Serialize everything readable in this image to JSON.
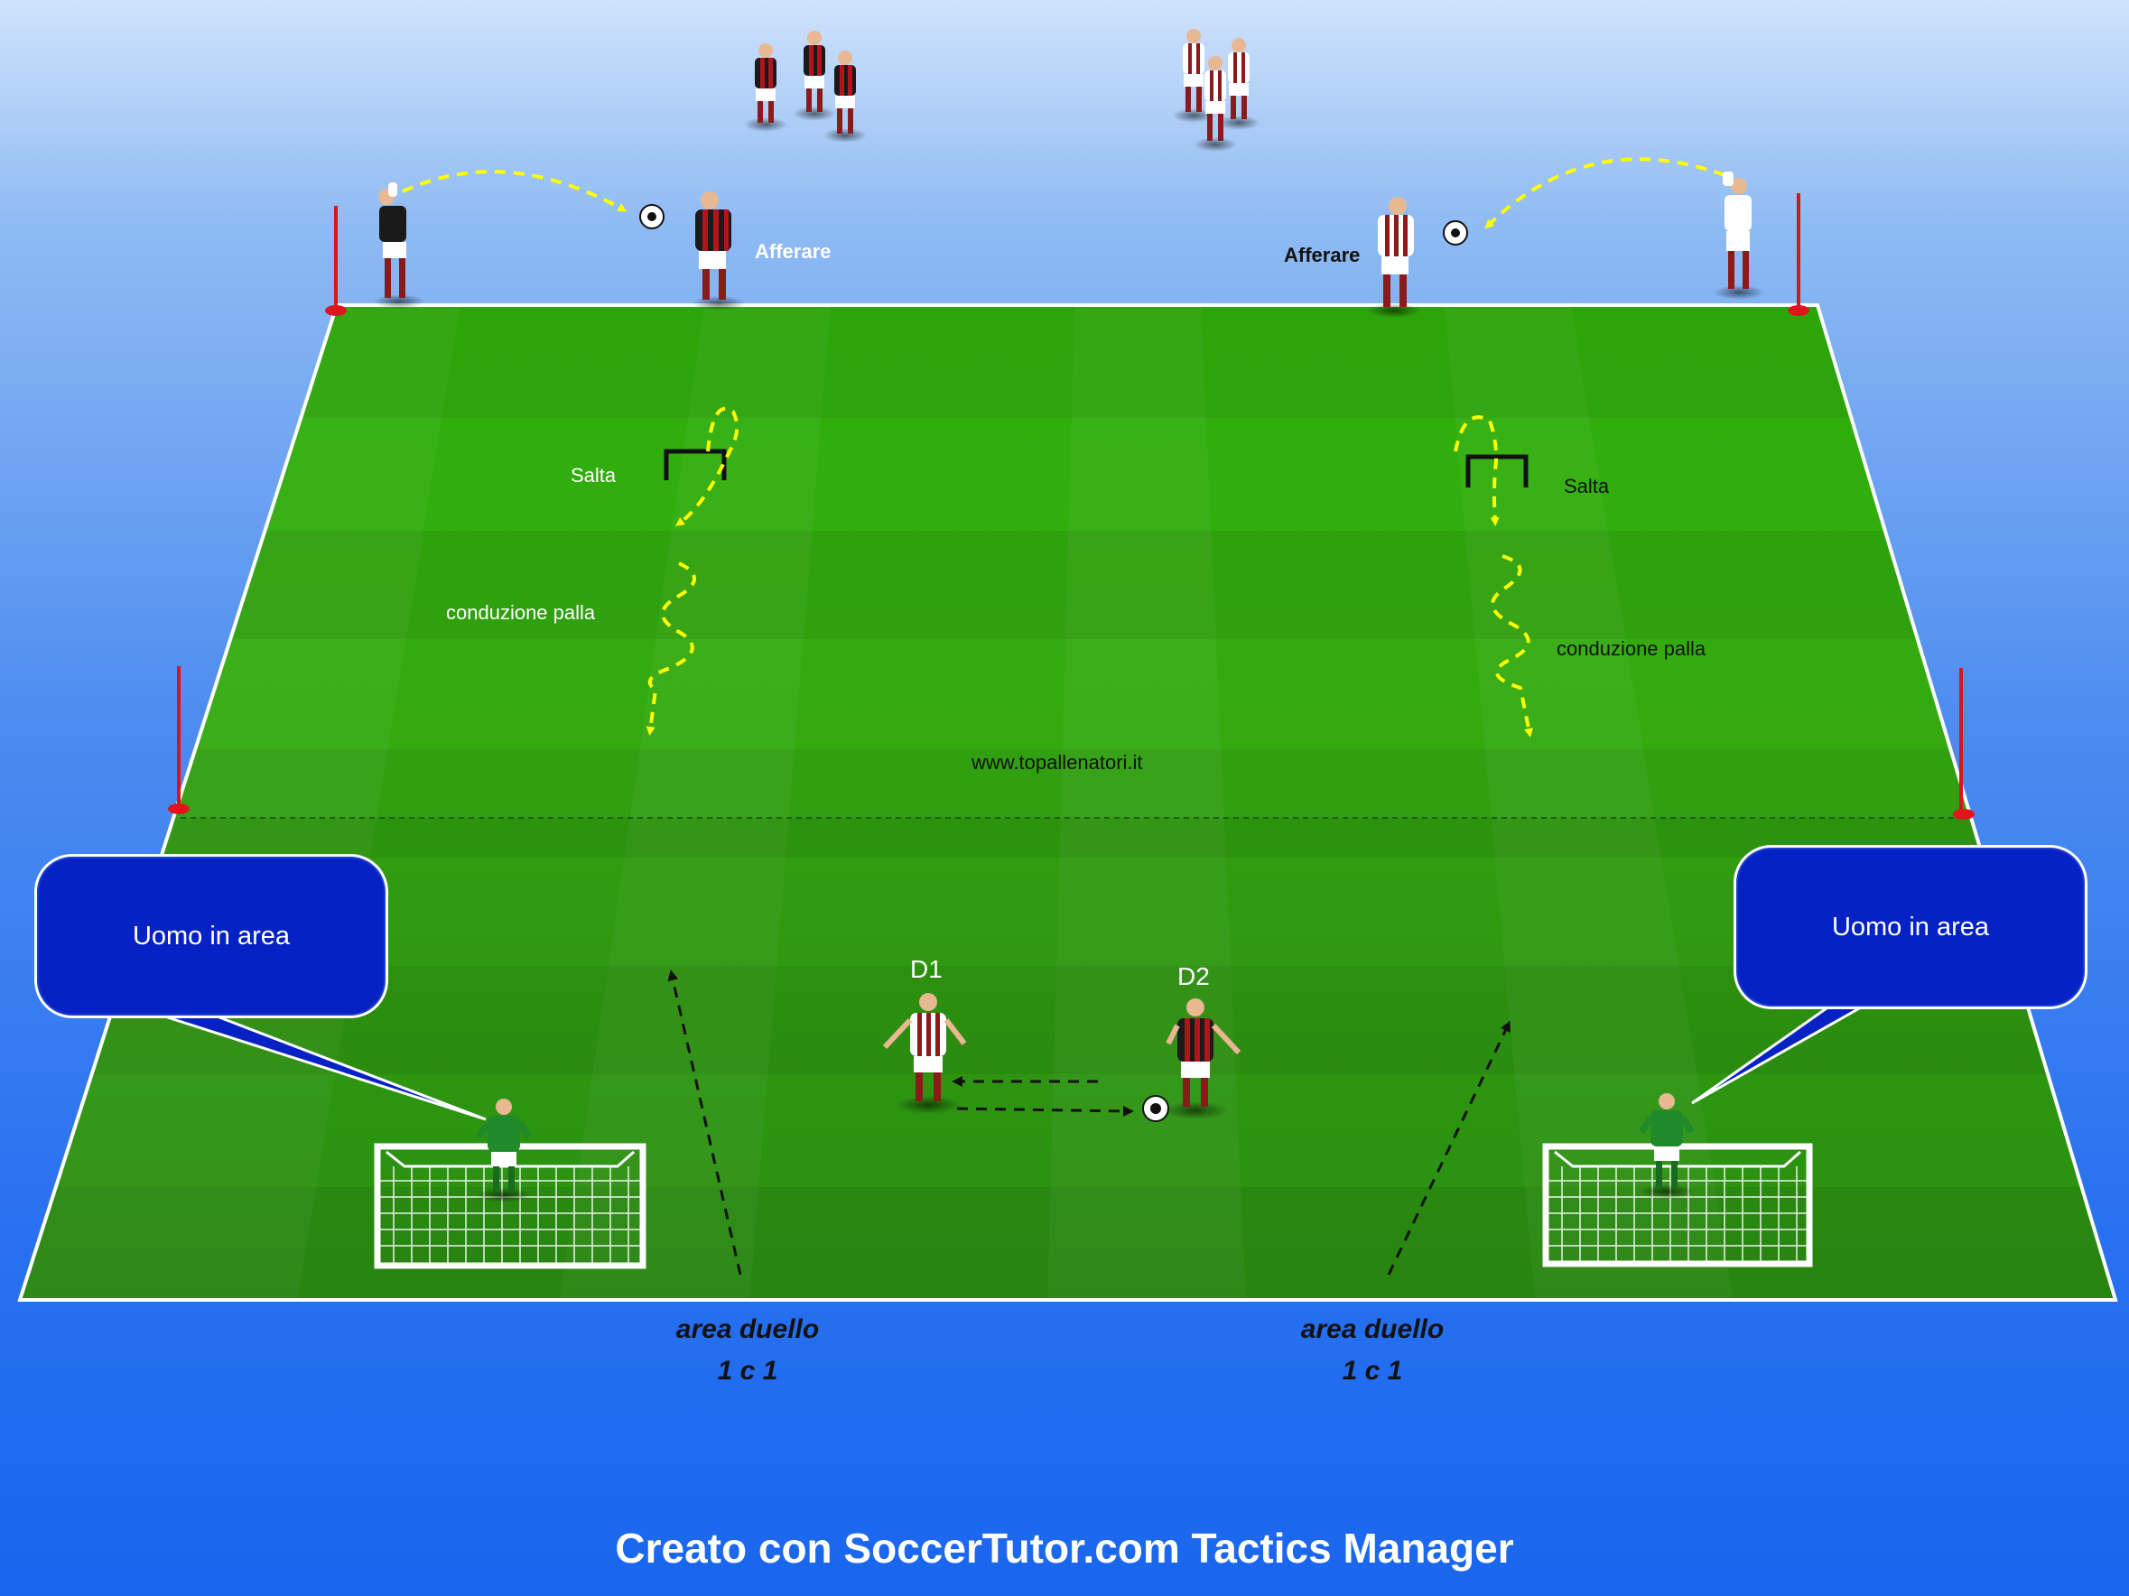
{
  "labels": {
    "catch_left": "Afferare",
    "catch_right": "Afferare",
    "jump_left": "Salta",
    "jump_right": "Salta",
    "dribble_left": "conduzione  palla",
    "dribble_right": "conduzione  palla",
    "website": "www.topallenatori.it",
    "d1": "D1",
    "d2": "D2"
  },
  "callouts": {
    "left": "Uomo in area",
    "right": "Uomo in area"
  },
  "zones": {
    "left_line1": "area duello",
    "left_line2": "1 c 1",
    "right_line1": "area duello",
    "right_line2": "1 c 1"
  },
  "footer": {
    "credit": "Creato con SoccerTutor.com Tactics Manager"
  },
  "colors": {
    "pitch_light": "#39b40f",
    "pitch_dark": "#2a9a0a",
    "callout": "#0722c4",
    "arrow_yellow": "#ffff00",
    "team_red": "#b3141b",
    "team_black": "#1a1a1a",
    "goalkeeper": "#1f8a2a"
  },
  "icons": [
    "player-icon",
    "ball-icon",
    "goal-icon",
    "mini-goal-icon",
    "pole-icon",
    "arrow-icon"
  ]
}
